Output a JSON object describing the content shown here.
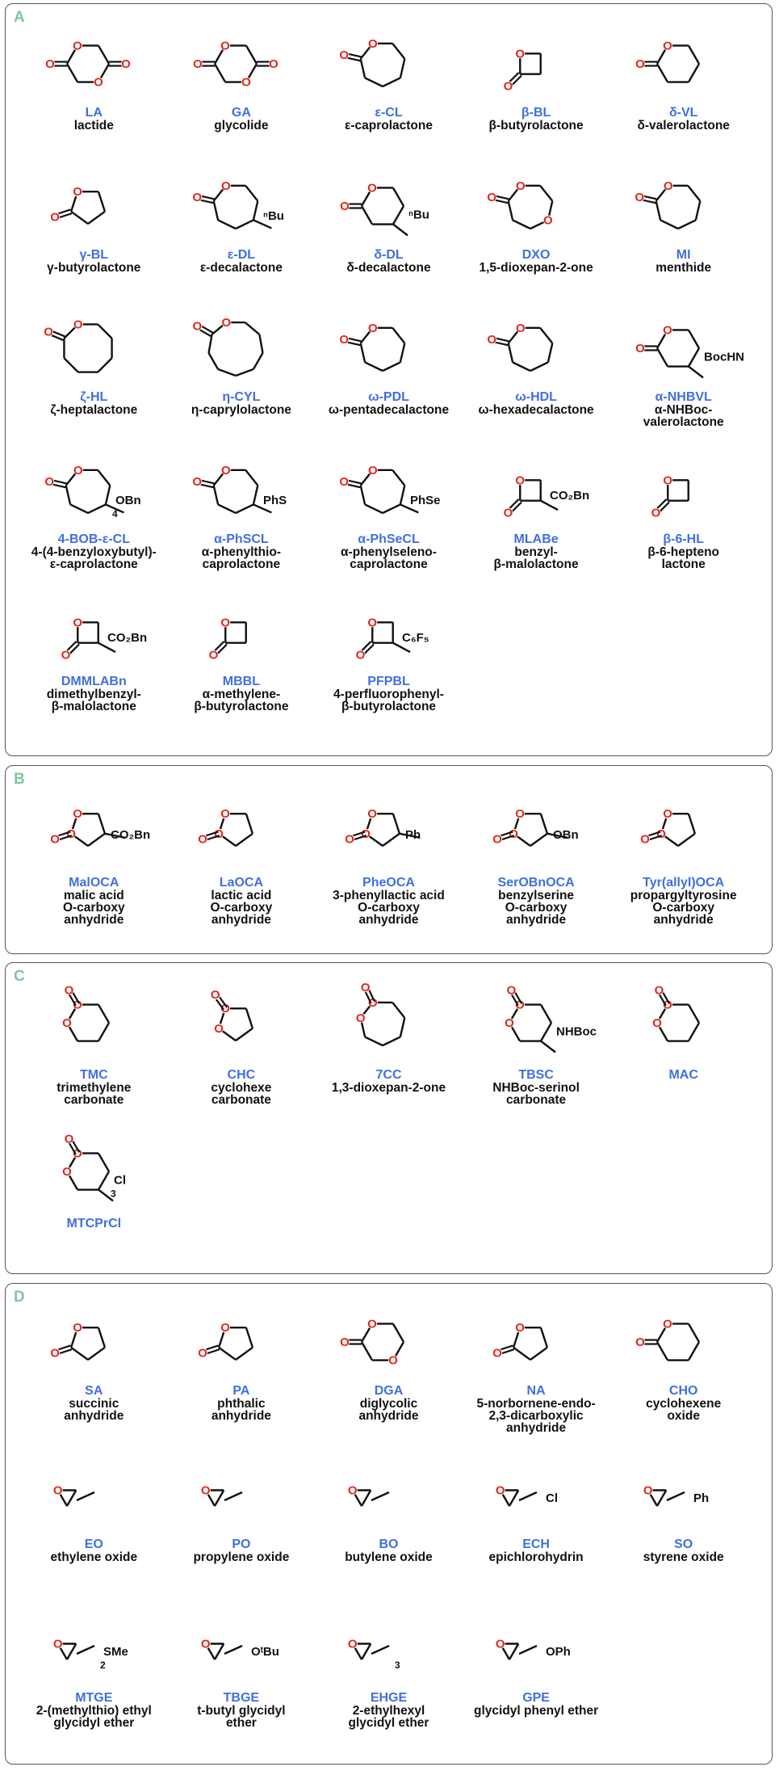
{
  "panels": [
    {
      "letter": "A",
      "items": [
        {
          "abbr": "LA",
          "name": "lactide",
          "icon": "lactide-structure"
        },
        {
          "abbr": "GA",
          "name": "glycolide",
          "icon": "glycolide-structure"
        },
        {
          "abbr": "ε-CL",
          "name": "ε-caprolactone",
          "icon": "caprolactone-structure"
        },
        {
          "abbr": "β-BL",
          "name": "β-butyrolactone",
          "icon": "beta-butyrolactone-structure"
        },
        {
          "abbr": "δ-VL",
          "name": "δ-valerolactone",
          "icon": "valerolactone-structure"
        },
        {
          "abbr": "γ-BL",
          "name": "γ-butyrolactone",
          "icon": "gamma-butyrolactone-structure"
        },
        {
          "abbr": "ε-DL",
          "name": "ε-decalactone",
          "icon": "epsilon-decalactone-structure",
          "subst": "ⁿBu"
        },
        {
          "abbr": "δ-DL",
          "name": "δ-decalactone",
          "icon": "delta-decalactone-structure",
          "subst": "ⁿBu"
        },
        {
          "abbr": "DXO",
          "name": "1,5-dioxepan-2-one",
          "icon": "dioxepanone-structure"
        },
        {
          "abbr": "MI",
          "name": "menthide",
          "icon": "menthide-structure"
        },
        {
          "abbr": "ζ-HL",
          "name": "ζ-heptalactone",
          "icon": "heptalactone-structure"
        },
        {
          "abbr": "η-CYL",
          "name": "η-caprylolactone",
          "icon": "caprylolactone-structure"
        },
        {
          "abbr": "ω-PDL",
          "name": "ω-pentadecalactone",
          "icon": "pentadecalactone-structure"
        },
        {
          "abbr": "ω-HDL",
          "name": "ω-hexadecalactone",
          "icon": "hexadecalactone-structure"
        },
        {
          "abbr": "α-NHBVL",
          "name": "α-NHBoc-\nvalerolactone",
          "icon": "nhbvl-structure",
          "subst": "BocHN"
        },
        {
          "abbr": "4-BOB-ε-CL",
          "name": "4-(4-benzyloxybutyl)-\nε-caprolactone",
          "icon": "bob-caprolactone-structure",
          "subst": "OBn",
          "subst2": "4"
        },
        {
          "abbr": "α-PhSCL",
          "name": "α-phenylthio-\ncaprolactone",
          "icon": "phscl-structure",
          "subst": "PhS"
        },
        {
          "abbr": "α-PhSeCL",
          "name": "α-phenylseleno-\ncaprolactone",
          "icon": "phsecl-structure",
          "subst": "PhSe"
        },
        {
          "abbr": "MLABe",
          "name": "benzyl-\nβ-malolactone",
          "icon": "mlabe-structure",
          "subst": "CO₂Bn"
        },
        {
          "abbr": "β-6-HL",
          "name": "β-6-hepteno\nlactone",
          "icon": "hepteno-lactone-structure"
        },
        {
          "abbr": "DMMLABn",
          "name": "dimethylbenzyl-\nβ-malolactone",
          "icon": "dmmlabn-structure",
          "subst": "CO₂Bn"
        },
        {
          "abbr": "MBBL",
          "name": "α-methylene-\nβ-butyrolactone",
          "icon": "mbbl-structure"
        },
        {
          "abbr": "PFPBL",
          "name": "4-perfluorophenyl-\nβ-butyrolactone",
          "icon": "pfpbl-structure",
          "subst": "C₆F₅"
        }
      ]
    },
    {
      "letter": "B",
      "items": [
        {
          "abbr": "MalOCA",
          "name": "malic acid\nO-carboxy\nanhydride",
          "icon": "malocá-structure",
          "subst": "CO₂Bn"
        },
        {
          "abbr": "LaOCA",
          "name": "lactic acid\nO-carboxy\nanhydride",
          "icon": "laoca-structure"
        },
        {
          "abbr": "PheOCA",
          "name": "3-phenyllactic acid\nO-carboxy\nanhydride",
          "icon": "pheoca-structure",
          "subst": "Ph"
        },
        {
          "abbr": "SerOBnOCA",
          "name": "benzylserine\nO-carboxy\nanhydride",
          "icon": "serobnoca-structure",
          "subst": "OBn"
        },
        {
          "abbr": "Tyr(allyl)OCA",
          "name": "propargyltyrosine\nO-carboxy\nanhydride",
          "icon": "tyroca-structure"
        }
      ]
    },
    {
      "letter": "C",
      "items": [
        {
          "abbr": "TMC",
          "name": "trimethylene\ncarbonate",
          "icon": "tmc-structure"
        },
        {
          "abbr": "CHC",
          "name": "cyclohexe\ncarbonate",
          "icon": "chc-structure"
        },
        {
          "abbr": "7CC",
          "name": "1,3-dioxepan-2-one",
          "icon": "7cc-structure"
        },
        {
          "abbr": "TBSC",
          "name": "NHBoc-serinol\ncarbonate",
          "icon": "tbsc-structure",
          "subst": "NHBoc"
        },
        {
          "abbr": "MAC",
          "name": "",
          "icon": "mac-structure"
        },
        {
          "abbr": "MTCPrCl",
          "name": "",
          "icon": "mtcprcl-structure",
          "subst": "Cl",
          "subst2": "3"
        }
      ]
    },
    {
      "letter": "D",
      "items": [
        {
          "abbr": "SA",
          "name": "succinic\nanhydride",
          "icon": "sa-structure"
        },
        {
          "abbr": "PA",
          "name": "phthalic\nanhydride",
          "icon": "pa-structure"
        },
        {
          "abbr": "DGA",
          "name": "diglycolic\nanhydride",
          "icon": "dga-structure"
        },
        {
          "abbr": "NA",
          "name": "5-norbornene-endo-\n2,3-dicarboxylic\nanhydride",
          "icon": "na-structure"
        },
        {
          "abbr": "CHO",
          "name": "cyclohexene\noxide",
          "icon": "cho-structure"
        },
        {
          "abbr": "EO",
          "name": "ethylene oxide",
          "icon": "eo-structure"
        },
        {
          "abbr": "PO",
          "name": "propylene oxide",
          "icon": "po-structure"
        },
        {
          "abbr": "BO",
          "name": "butylene oxide",
          "icon": "bo-structure"
        },
        {
          "abbr": "ECH",
          "name": "epichlorohydrin",
          "icon": "ech-structure",
          "subst": "Cl"
        },
        {
          "abbr": "SO",
          "name": "styrene oxide",
          "icon": "so-structure",
          "subst": "Ph"
        },
        {
          "abbr": "MTGE",
          "name": "2-(methylthio) ethyl\nglycidyl ether",
          "icon": "mtge-structure",
          "subst": "SMe",
          "subst2": "2"
        },
        {
          "abbr": "TBGE",
          "name": "t-butyl glycidyl\nether",
          "icon": "tbge-structure",
          "subst": "OᵗBu"
        },
        {
          "abbr": "EHGE",
          "name": "2-ethylhexyl\nglycidyl ether",
          "icon": "ehge-structure",
          "subst2": "3"
        },
        {
          "abbr": "GPE",
          "name": "glycidyl phenyl ether",
          "icon": "gpe-structure",
          "subst": "OPh"
        }
      ]
    }
  ],
  "colors": {
    "abbr": "#3f6fe0",
    "letter": "#7cc99b",
    "oxygen": "#e0261d",
    "bond": "#111111"
  }
}
